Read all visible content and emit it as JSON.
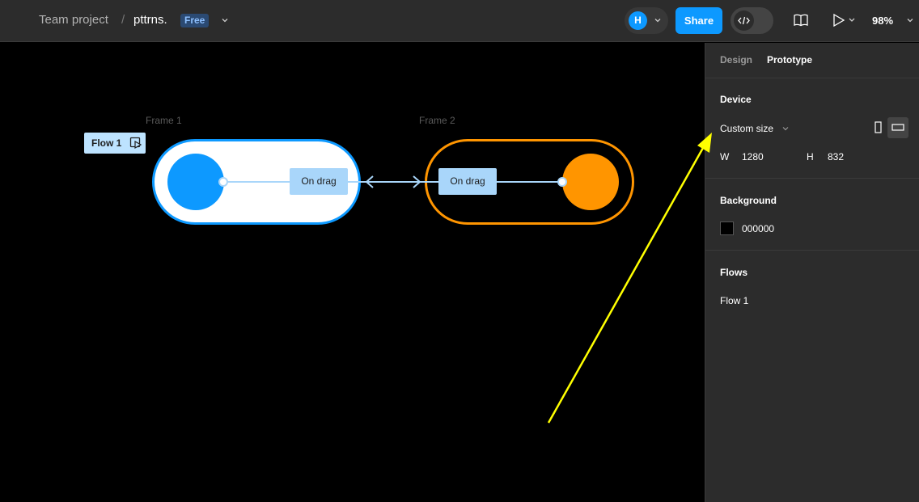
{
  "topbar": {
    "team": "Team project",
    "separator": "/",
    "file": "pttrns.",
    "plan_badge": "Free",
    "avatar_initial": "H",
    "share_label": "Share",
    "zoom": "98%"
  },
  "canvas": {
    "frame1_label": "Frame 1",
    "frame2_label": "Frame 2",
    "flow_tag": "Flow 1",
    "trigger1": "On drag",
    "trigger2": "On drag"
  },
  "panel": {
    "tabs": [
      "Design",
      "Prototype"
    ],
    "device": {
      "title": "Device",
      "preset": "Custom size",
      "w_label": "W",
      "w_value": "1280",
      "h_label": "H",
      "h_value": "832"
    },
    "background": {
      "title": "Background",
      "value": "000000",
      "color": "#000000"
    },
    "flows": {
      "title": "Flows",
      "items": [
        "Flow 1"
      ]
    }
  },
  "colors": {
    "accent": "#0d99ff",
    "frame2": "#ff9500",
    "annotation_arrow": "#ffff00"
  },
  "icons": [
    "chevron-down-icon",
    "code-icon",
    "library-book-icon",
    "play-icon",
    "portrait-icon",
    "landscape-icon",
    "flow-play-icon"
  ]
}
